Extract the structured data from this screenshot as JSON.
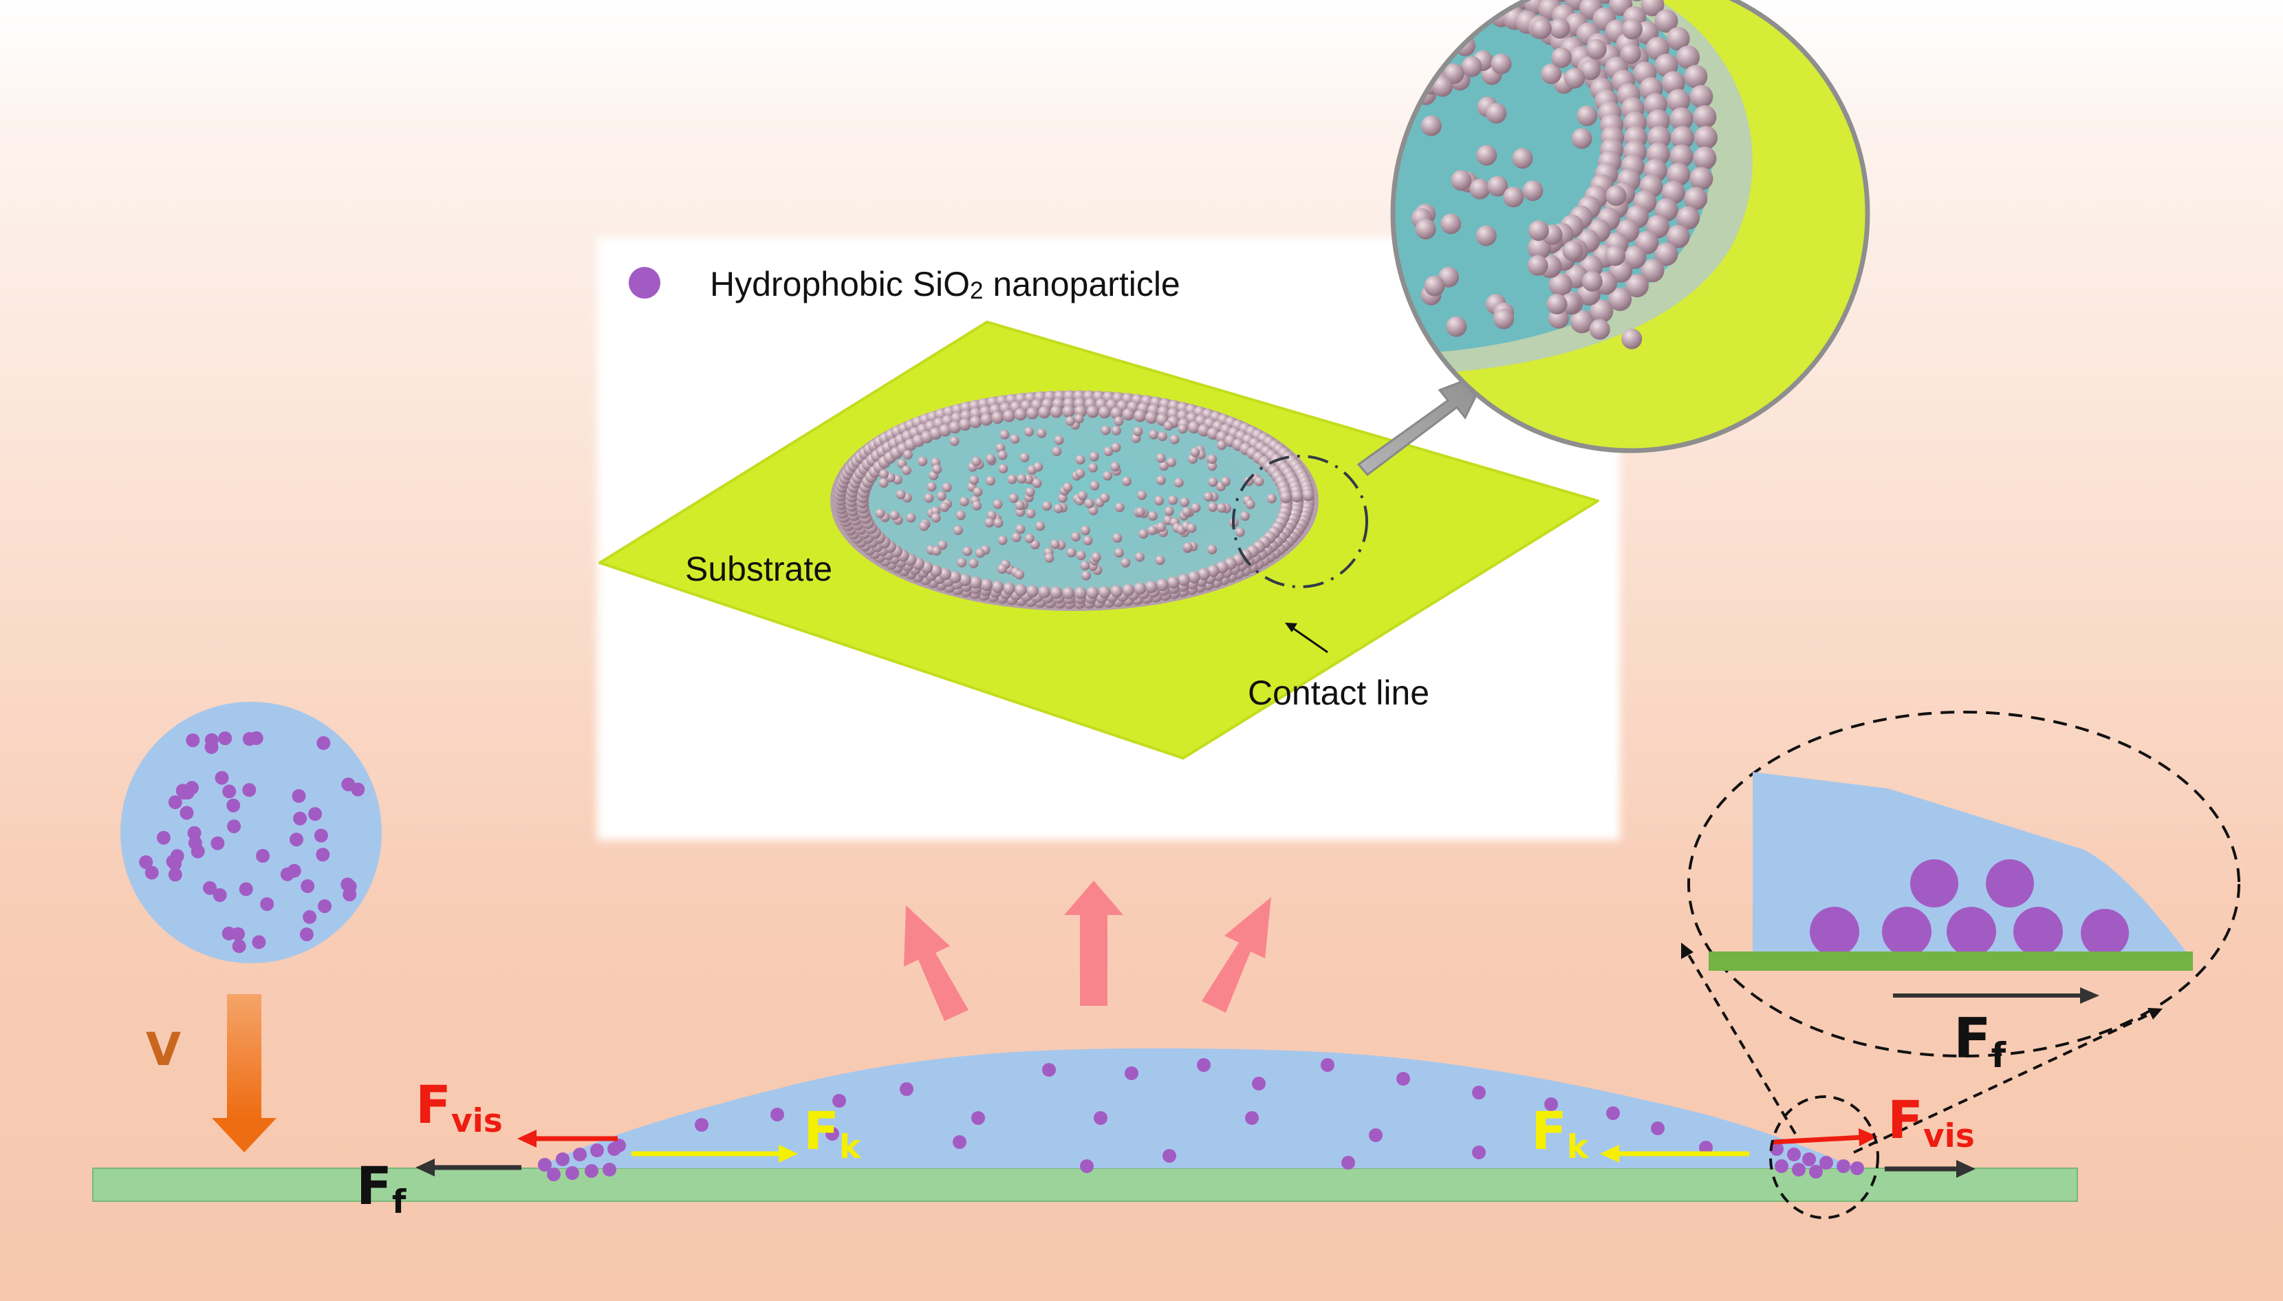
{
  "legend": {
    "particle_label_pre": "Hydrophobic SiO",
    "particle_label_sub": "2",
    "particle_label_post": " nanoparticle"
  },
  "labels": {
    "substrate": "Substrate",
    "contact_line": "Contact line",
    "velocity": "V"
  },
  "forces": {
    "viscous": {
      "main": "F",
      "sub": "vis"
    },
    "capillary": {
      "main": "F",
      "sub": "k"
    },
    "friction": {
      "main": "F",
      "sub": "f"
    }
  },
  "colors": {
    "substrate_plate": "#d3ec2a",
    "droplet": "#a8c6e6",
    "nanoparticle": "#a35bc4",
    "viscous_force": "#ee1c11",
    "capillary_force": "#f5ef00",
    "friction_force": "#333333",
    "velocity_arrow": "#f07b1c",
    "evaporation_arrow": "#f9858c",
    "substrate_strip": "#9cd39a"
  }
}
